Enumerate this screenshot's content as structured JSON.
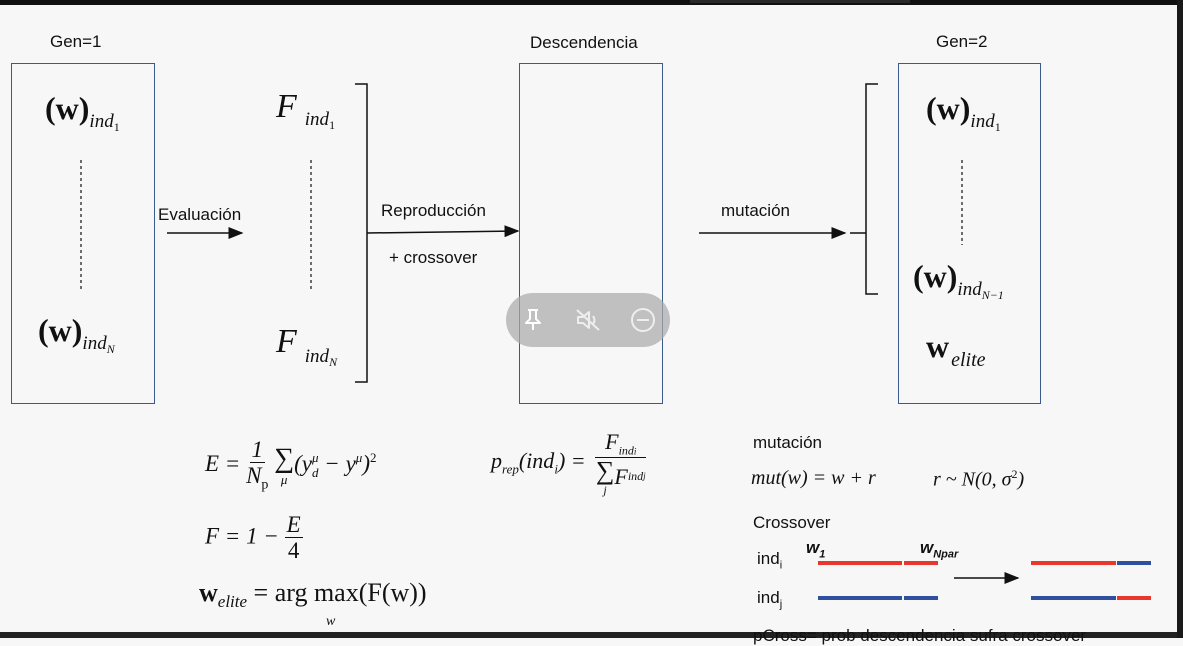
{
  "stages": {
    "gen1": "Gen=1",
    "descendencia": "Descendencia",
    "gen2": "Gen=2"
  },
  "arrows": {
    "evaluacion": "Evaluación",
    "reproduccion": "Reproducción",
    "crossover": "+ crossover",
    "mutacion": "mutación"
  },
  "symbols": {
    "w": "(w)",
    "w_bold": "w",
    "F": "F",
    "ind": "ind",
    "sub_1": "1",
    "sub_N": "N",
    "sub_N_minus_1": "N−1",
    "elite": "elite"
  },
  "formulas": {
    "energy": {
      "lhs": "E =",
      "num": "1",
      "den": "N",
      "den_sub": "p",
      "sum": "∑",
      "sum_index": "μ",
      "body": "(y",
      "body_sup": "μ",
      "body_sub": "d",
      "minus": "− y",
      "minus_sup": "μ",
      "close": ")",
      "power": "2"
    },
    "fitness": {
      "lhs": "F = 1 −",
      "num": "E",
      "den": "4"
    },
    "elite": {
      "lhs": "w",
      "lhs_sub": "elite",
      "eq": "= arg max(F(w))",
      "under": "w"
    },
    "prob": {
      "lhs": "p",
      "lhs_sub": "rep",
      "arg": "(ind",
      "arg_sub": "i",
      "arg_close": ") =",
      "num": "F",
      "num_sub": "ind",
      "num_subsub": "i",
      "den_sum": "∑",
      "den_index": "j",
      "den": "F",
      "den_sub": "ind",
      "den_subsub": "j"
    }
  },
  "mutation_section": {
    "title": "mutación",
    "formula": "mut(w) = w + r",
    "dist": "r ~ N(0, σ",
    "dist_sup": "2",
    "dist_close": ")"
  },
  "crossover_section": {
    "title": "Crossover",
    "ind_i": "ind",
    "ind_i_sub": "i",
    "ind_j": "ind",
    "ind_j_sub": "j",
    "w1": "w",
    "w1_sub": "1",
    "wN": "w",
    "wN_sub": "Npar",
    "footer": "pCross= prob descendencia sufra crossover",
    "color_i": "#e8382c",
    "color_j": "#2f4f9f"
  },
  "overlay_controls": [
    "pin-icon",
    "mute-icon",
    "minus-circle-icon"
  ]
}
